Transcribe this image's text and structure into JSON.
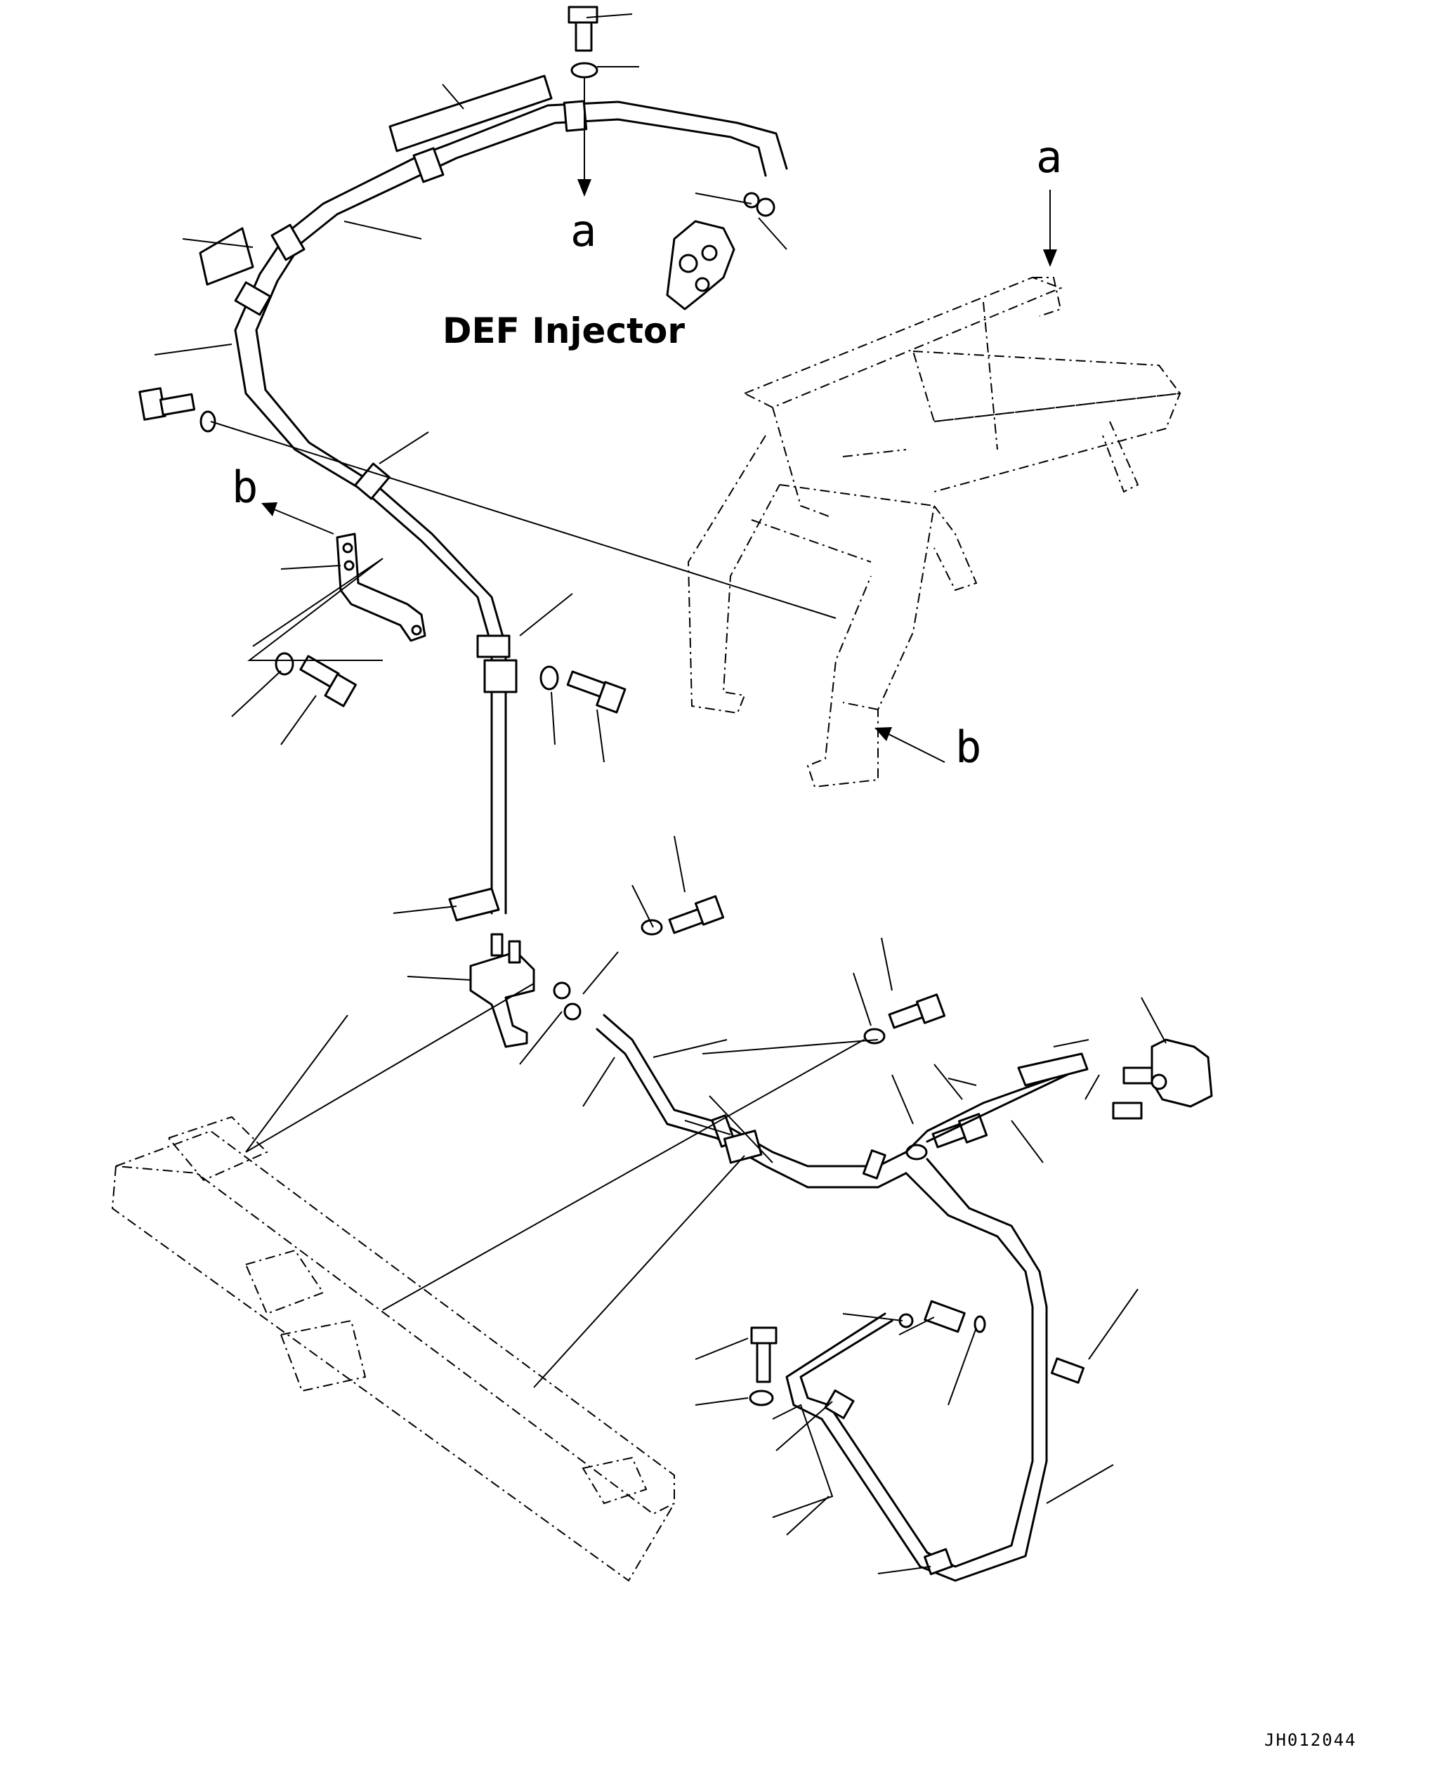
{
  "title_label": "DEF Injector",
  "reference_marks": {
    "a": "a",
    "b": "b"
  },
  "drawing_code": "JH012044"
}
